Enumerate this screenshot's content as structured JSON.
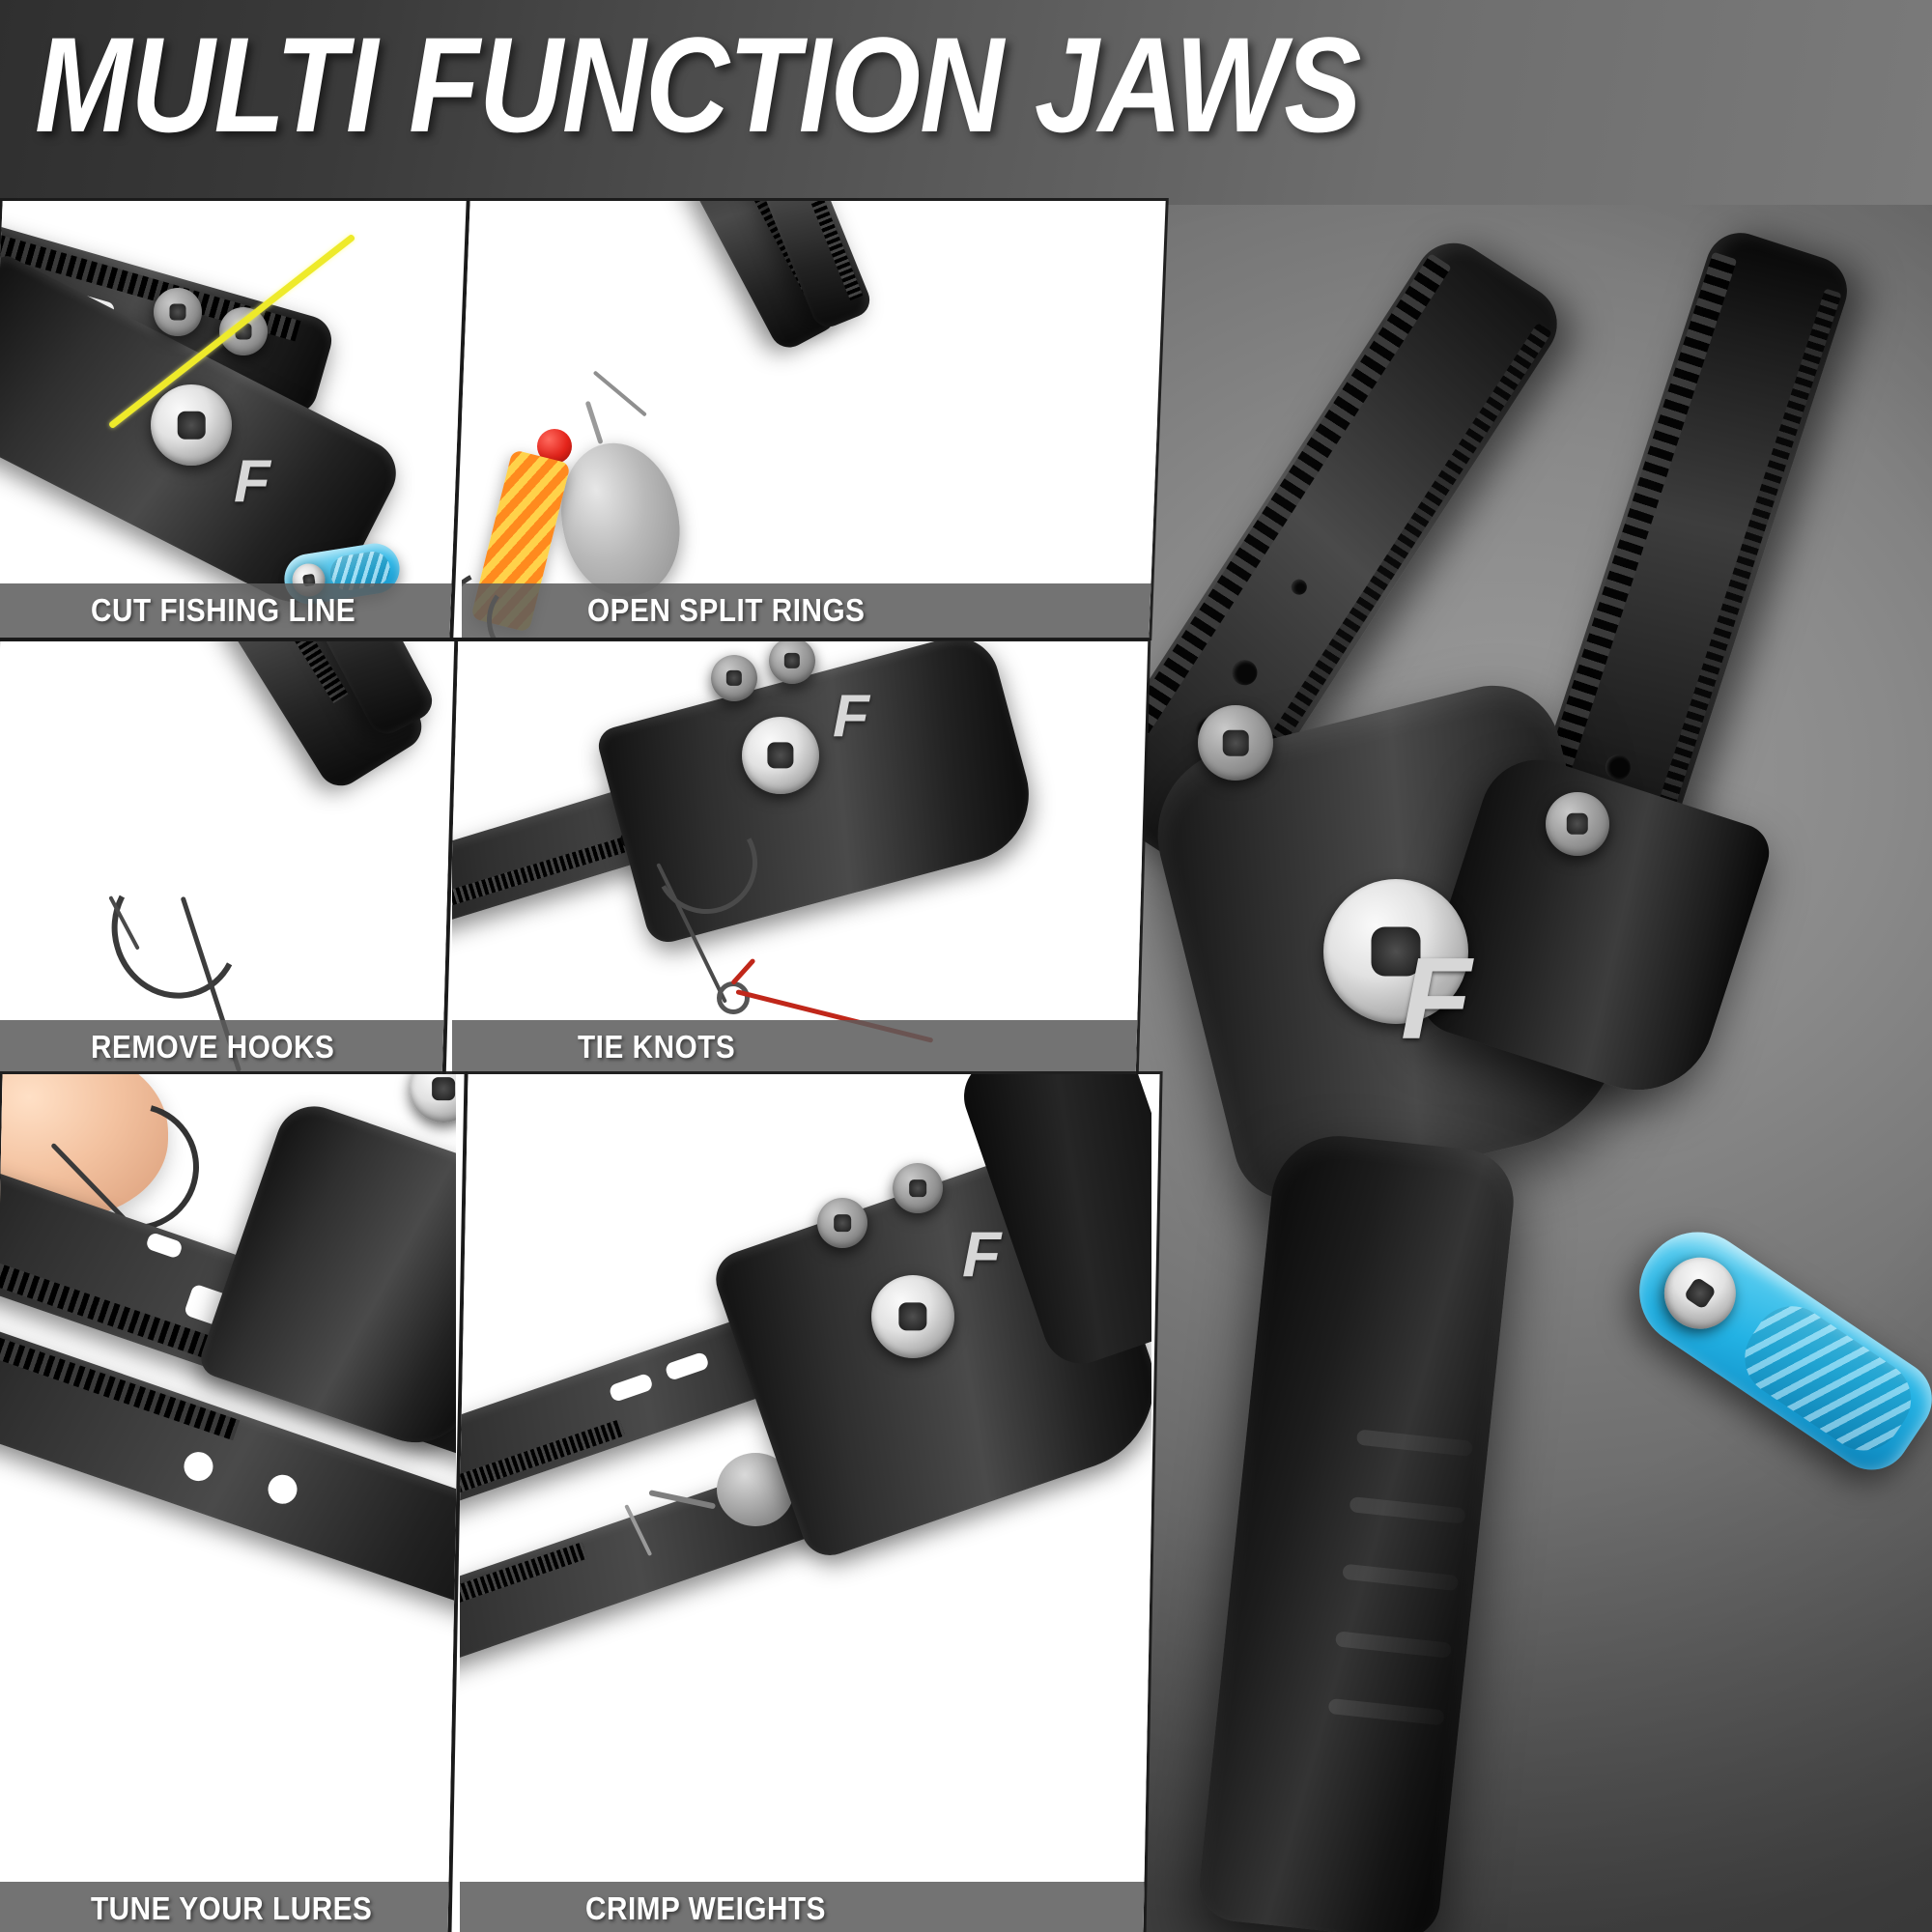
{
  "header": {
    "title": "MULTI FUNCTION JAWS",
    "text_color": "#ffffff",
    "band_color_left": "#2f2f2f",
    "band_color_right": "#7a7a7a"
  },
  "brand": {
    "logo_letter": "F"
  },
  "colors": {
    "background_gray": "#6c6c6c",
    "caption_bar": "#5c5c5c",
    "accent_blue": "#23b2e4",
    "accent_blue_light": "#4ec8ee",
    "lure_orange": "#ff8a1e",
    "lure_yellow": "#ffd24a",
    "bead_red": "#e4241b",
    "fishing_line_yellow": "#eeea2a",
    "knot_line_red": "#c0271a",
    "tool_black": "#1a1a1a",
    "screw_silver": "#e2e2e2"
  },
  "features": [
    {
      "id": "cut-fishing-line",
      "caption": "CUT FISHING LINE",
      "row": 1,
      "col": 1,
      "subject": "pliers jaw cutting a taut yellow monofilament fishing line",
      "elements": [
        "serrated-jaw",
        "torx-screw",
        "pivot-screw",
        "F-logo",
        "blue-handle-accent",
        "yellow-line"
      ]
    },
    {
      "id": "open-split-rings",
      "caption": "OPEN SPLIT RINGS",
      "row": 1,
      "col": 2,
      "subject": "jaw tip prying open the split ring of an inline spinner lure",
      "elements": [
        "jaw-tip",
        "split-ring",
        "swivel",
        "red-bead",
        "orange-honeycomb-body",
        "silver-blade",
        "treble-hook"
      ]
    },
    {
      "id": "remove-hooks",
      "caption": "REMOVE HOOKS",
      "row": 2,
      "col": 1,
      "subject": "long needle-nose tip gripping a single barbed hook",
      "elements": [
        "needle-nose-tip",
        "serrated-jaw",
        "single-hook",
        "barb"
      ]
    },
    {
      "id": "tie-knots",
      "caption": "TIE KNOTS",
      "row": 2,
      "col": 2,
      "subject": "pliers holding a hook while red line is knotted to the hook eye",
      "elements": [
        "full-plier-body",
        "torx-screws",
        "pivot-screw",
        "F-logo",
        "hook",
        "red-line"
      ]
    },
    {
      "id": "tune-your-lures",
      "caption": "TUNE YOUR LURES",
      "row": 3,
      "col": 1,
      "subject": "fingertip holding a treble hook against the serrated crimping jaws",
      "elements": [
        "fingertip",
        "treble-hook",
        "serrated-jaws",
        "crimp-slots",
        "wire-holes"
      ]
    },
    {
      "id": "crimp-weights",
      "caption": "CRIMP WEIGHTS",
      "row": 3,
      "col": 2,
      "subject": "jaws crimping a round split-shot sinker onto a leader with swivel",
      "elements": [
        "crimp-notch",
        "split-shot-weight",
        "swivel",
        "torx-screws",
        "F-logo",
        "rubber-grip"
      ]
    }
  ],
  "hero": {
    "id": "hero-product-shot",
    "subject": "close-up of the open multi-function plier jaws",
    "elements": [
      "upper-serrated-jaw",
      "lower-serrated-jaw",
      "wire-holes",
      "pivot-screw",
      "torx-screws",
      "F-logo",
      "rubber-grip-handle",
      "blue-handle-accent"
    ]
  }
}
